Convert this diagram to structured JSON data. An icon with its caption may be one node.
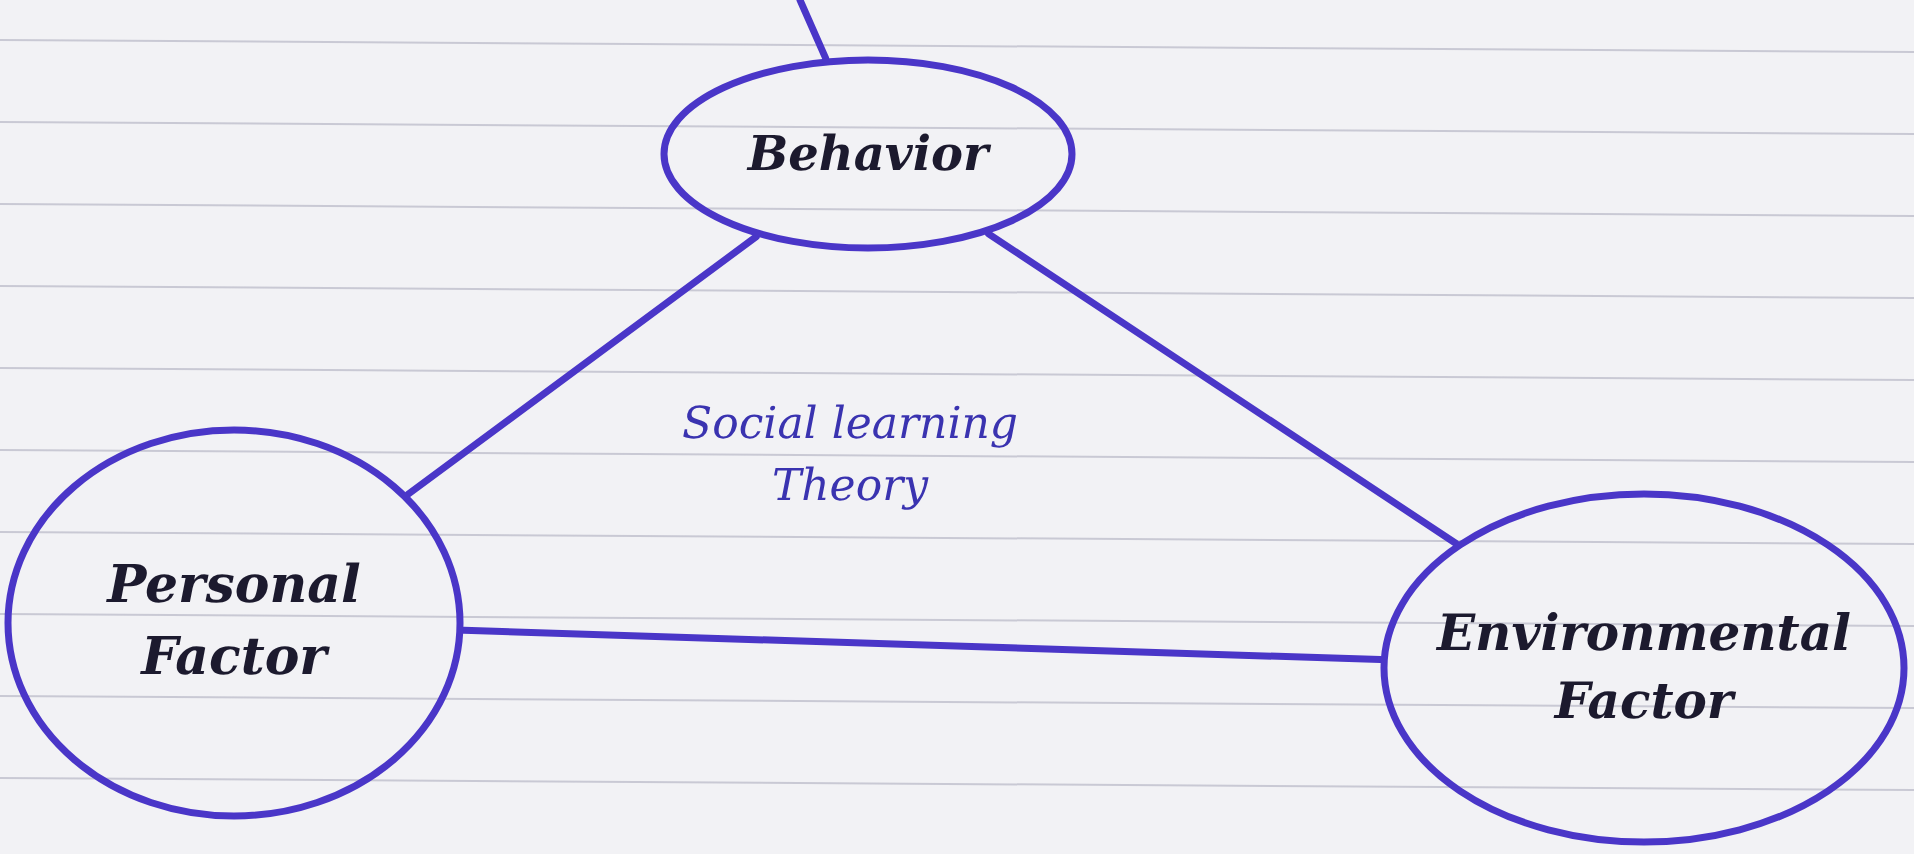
{
  "diagram": {
    "nodes": [
      {
        "text": [
          "Behavior"
        ]
      },
      {
        "text": [
          "Personal Factor"
        ]
      },
      {
        "text": [
          "Environmental Factor"
        ]
      }
    ],
    "edges": [
      {
        "from": null,
        "to": 0,
        "arrow": "none"
      },
      {
        "from": 0,
        "to": 1,
        "arrow": "none"
      },
      {
        "from": 0,
        "to": 2,
        "arrow": "none"
      },
      {
        "from": 1,
        "to": 2,
        "arrow": "none"
      }
    ],
    "labels": [
      "Social learning Theory"
    ]
  }
}
